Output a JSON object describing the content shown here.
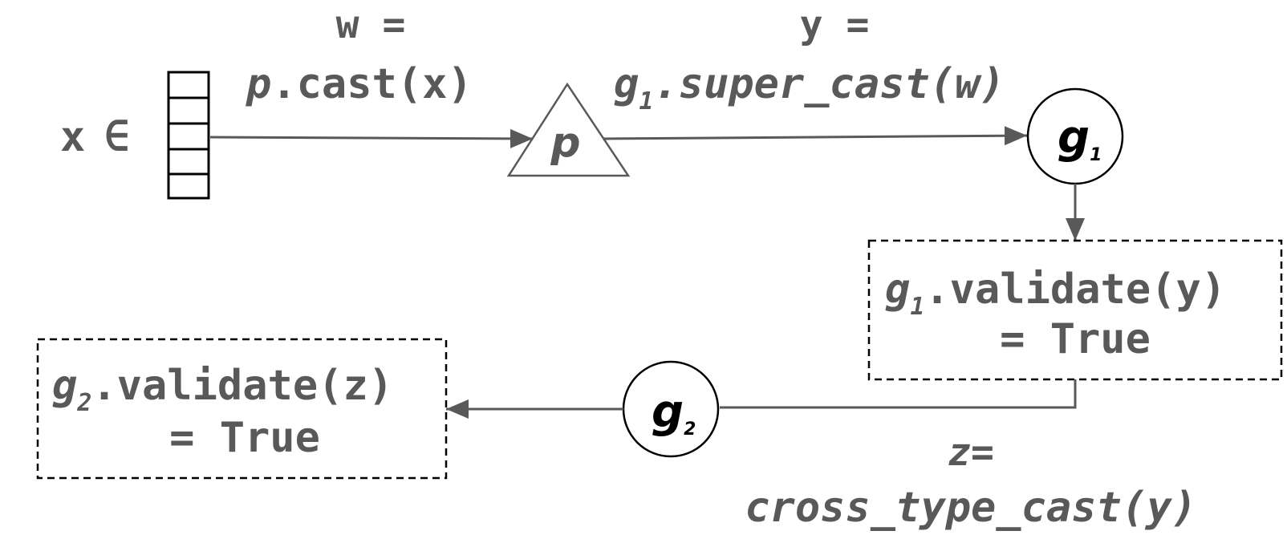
{
  "input": {
    "var": "x",
    "member_symbol": "∈"
  },
  "edge_p": {
    "line1": "w =",
    "obj": "p",
    "call": ".cast(x)"
  },
  "edge_g1": {
    "line1": "y =",
    "obj": "g",
    "sub": "1",
    "call": ".super_cast(w)"
  },
  "edge_g2": {
    "line1": "z=",
    "line2": "cross_type_cast(y)"
  },
  "node_p": {
    "label": "p"
  },
  "node_g1": {
    "label": "g",
    "sub": "1"
  },
  "node_g2": {
    "label": "g",
    "sub": "2"
  },
  "validate_g1": {
    "obj": "g",
    "sub": "1",
    "call": ".validate(y)",
    "result": "= True"
  },
  "validate_g2": {
    "obj": "g",
    "sub": "2",
    "call": ".validate(z)",
    "result": "= True"
  },
  "colors": {
    "text": "#595959",
    "outline": "#000000"
  }
}
